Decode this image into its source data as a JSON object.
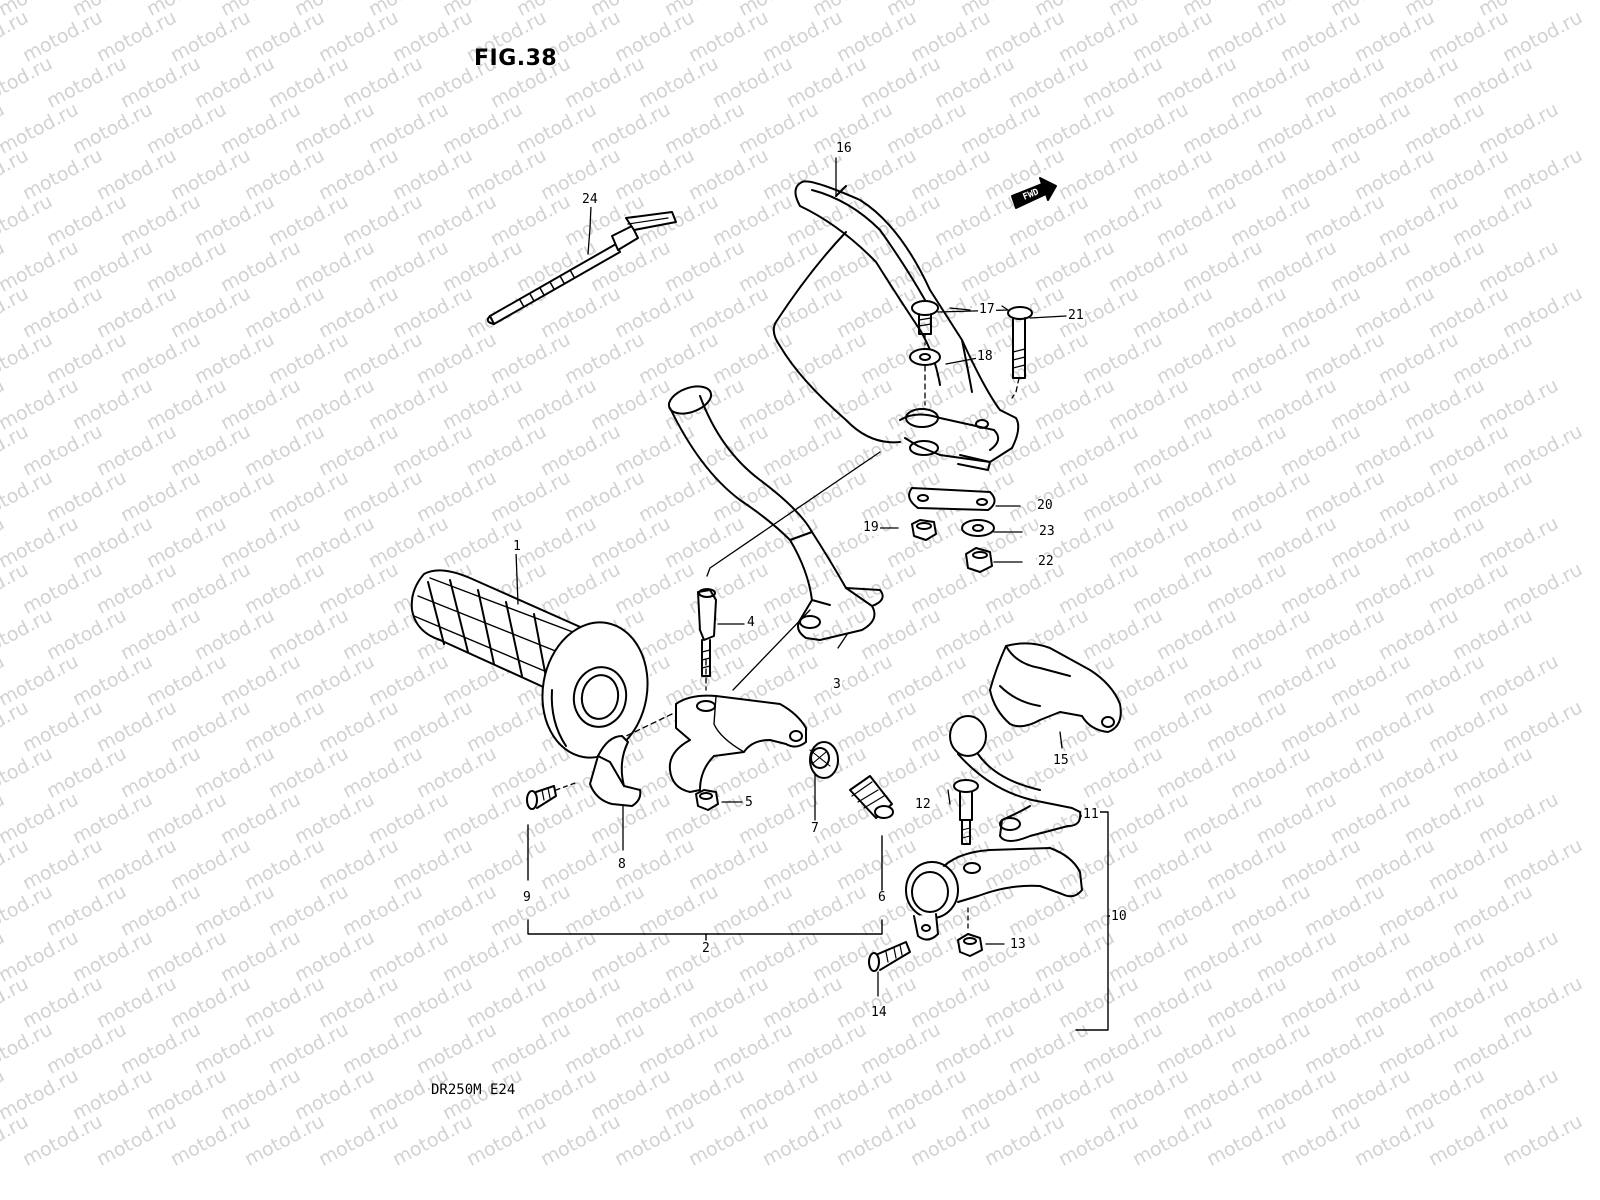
{
  "figure_title": "FIG.38",
  "model_code": "DR250M E24",
  "watermark_text": "motod.ru",
  "fwd_label": "FWD",
  "colors": {
    "line": "#000000",
    "watermark": "#d2d2d2",
    "background": "#ffffff"
  },
  "callouts": [
    {
      "id": "1",
      "label": "1"
    },
    {
      "id": "2",
      "label": "2"
    },
    {
      "id": "3",
      "label": "3"
    },
    {
      "id": "4",
      "label": "4"
    },
    {
      "id": "5",
      "label": "5"
    },
    {
      "id": "6",
      "label": "6"
    },
    {
      "id": "7",
      "label": "7"
    },
    {
      "id": "8",
      "label": "8"
    },
    {
      "id": "9",
      "label": "9"
    },
    {
      "id": "10",
      "label": "10"
    },
    {
      "id": "11",
      "label": "11"
    },
    {
      "id": "12",
      "label": "12"
    },
    {
      "id": "13",
      "label": "13"
    },
    {
      "id": "14",
      "label": "14"
    },
    {
      "id": "15",
      "label": "15"
    },
    {
      "id": "16",
      "label": "16"
    },
    {
      "id": "17",
      "label": "17"
    },
    {
      "id": "18",
      "label": "18"
    },
    {
      "id": "19",
      "label": "19"
    },
    {
      "id": "20",
      "label": "20"
    },
    {
      "id": "21",
      "label": "21"
    },
    {
      "id": "22",
      "label": "22"
    },
    {
      "id": "23",
      "label": "23"
    },
    {
      "id": "24",
      "label": "24"
    }
  ]
}
